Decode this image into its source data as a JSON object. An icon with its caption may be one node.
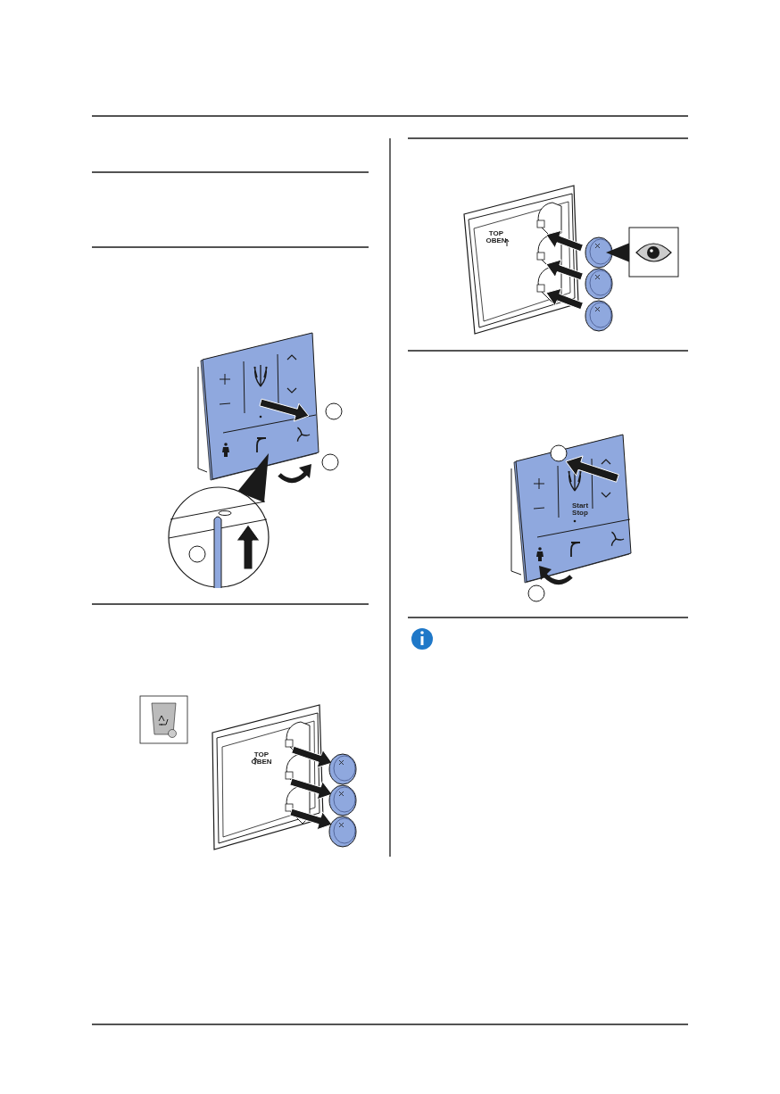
{
  "diagram": {
    "labels": [
      "TOP OBEN",
      "TOP OBEN",
      "Start Stop"
    ]
  }
}
